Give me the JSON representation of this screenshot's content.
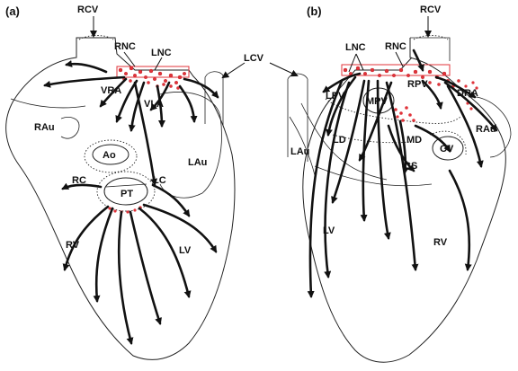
{
  "panel_a": {
    "tag": "(a)",
    "labels": {
      "rcv": "RCV",
      "rnc": "RNC",
      "lnc": "LNC",
      "vra": "VRA",
      "vla": "VLA",
      "rau": "RAu",
      "lau": "LAu",
      "ao": "Ao",
      "pt": "PT",
      "rc": "RC",
      "lc": "LC",
      "rv": "RV",
      "lv": "LV"
    }
  },
  "shared": {
    "lcv": "LCV"
  },
  "panel_b": {
    "tag": "(b)",
    "labels": {
      "rcv": "RCV",
      "lnc": "LNC",
      "rnc": "RNC",
      "lpv": "LPV",
      "mpv": "MPV",
      "rpv": "RPV",
      "dra": "DRA",
      "lau": "LAu",
      "ld": "LD",
      "md": "MD",
      "cv": "CV",
      "rau": "RAu",
      "cs": "CS",
      "lv": "LV",
      "rv": "RV"
    }
  },
  "colors": {
    "line": "#111111",
    "ganglion": "#e0333a"
  }
}
